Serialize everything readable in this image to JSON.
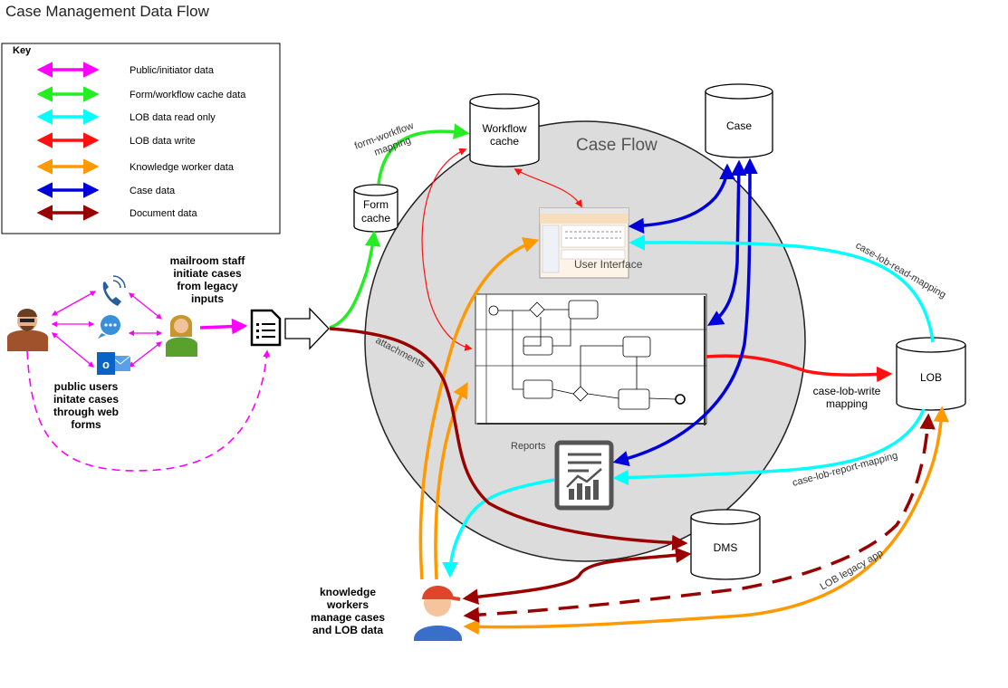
{
  "title": "Case Management Data Flow",
  "key": {
    "heading": "Key",
    "items": [
      {
        "label": "Public/initiator data",
        "color": "#ff00ff"
      },
      {
        "label": "Form/workflow  cache data",
        "color": "#22ee22"
      },
      {
        "label": "LOB data read only",
        "color": "#00ffff"
      },
      {
        "label": "LOB data write",
        "color": "#ff1111"
      },
      {
        "label": "Knowledge worker data",
        "color": "#ff9900"
      },
      {
        "label": "Case data",
        "color": "#0000dd"
      },
      {
        "label": "Document data",
        "color": "#990000"
      }
    ]
  },
  "case_flow_label": "Case Flow",
  "stores": {
    "workflow_cache": [
      "Workflow",
      "cache"
    ],
    "case": "Case",
    "form_cache": [
      "Form",
      "cache"
    ],
    "lob": "LOB",
    "dms": "DMS"
  },
  "user_interface_label": "User Interface",
  "reports_label": "Reports",
  "actors": {
    "mailroom": [
      "mailroom staff",
      "initiate cases",
      "from legacy",
      "inputs"
    ],
    "public": [
      "public users",
      "initate cases",
      "through web",
      "forms"
    ],
    "knowledge": [
      "knowledge",
      "workers",
      "manage cases",
      "and LOB data"
    ]
  },
  "flow_labels": {
    "form_workflow": [
      "form-workflow",
      "mapping"
    ],
    "attachments": "attachments",
    "case_lob_read": "case-lob-read-mapping",
    "case_lob_write": [
      "case-lob-write",
      "mapping"
    ],
    "case_lob_report": "case-lob-report-mapping",
    "lob_legacy": "LOB legacy app"
  }
}
